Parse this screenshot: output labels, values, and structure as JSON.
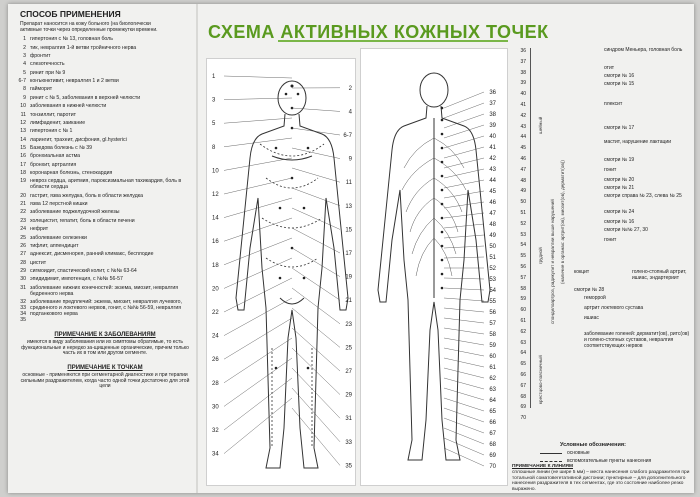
{
  "left": {
    "heading": "СПОСОБ ПРИМЕНЕНИЯ",
    "intro": "Препарат наносится на кожу больного (на биологически активные точки через определенные промежутки времени.",
    "items": [
      {
        "num": "1",
        "text": "гипертония с № 13, головная боль"
      },
      {
        "num": "2",
        "text": "тик, невралгия 1-й ветви тройничного нерва"
      },
      {
        "num": "3",
        "text": "фронтит"
      },
      {
        "num": "4",
        "text": "слезотечность"
      },
      {
        "num": "5",
        "text": "ринит при № 9"
      },
      {
        "num": "6-7",
        "text": "конъюнктивит, невралгия 1 и 2 ветви"
      },
      {
        "num": "8",
        "text": "гайморит"
      },
      {
        "num": "9",
        "text": "ринит с № 5, заболевания в верхней челюсти"
      },
      {
        "num": "10",
        "text": "заболевания в нижней челюсти"
      },
      {
        "num": "11",
        "text": "тонзиллит, паротит"
      },
      {
        "num": "12",
        "text": "лимфаденит, заикание"
      },
      {
        "num": "13",
        "text": "гипертония с № 1"
      },
      {
        "num": "14",
        "text": "ларингит, трахеит, дисфония, gl.hysterici"
      },
      {
        "num": "15",
        "text": "Базедова болезнь с № 39"
      },
      {
        "num": "16",
        "text": "бронхиальная астма"
      },
      {
        "num": "17",
        "text": "бронхит, артралгия"
      },
      {
        "num": "18",
        "text": "коронарная болезнь, стенокардия"
      },
      {
        "num": "19",
        "text": "невроз сердца, аритмия, пароксизмальная тахикардия, боль в области сердца"
      },
      {
        "num": "20",
        "text": "гастрит, язва желудка, боль в области желудка"
      },
      {
        "num": "21",
        "text": "язва 12 перстной кишки"
      },
      {
        "num": "22",
        "text": "заболевание поджелудочной железы"
      },
      {
        "num": "23",
        "text": "холецистит, гепатит, боль в области печени"
      },
      {
        "num": "24",
        "text": "нефрит"
      },
      {
        "num": "25",
        "text": "заболевание селезенки"
      },
      {
        "num": "26",
        "text": "тифлит, аппендицит"
      },
      {
        "num": "27",
        "text": "аднексит, дисменорея, ранний климакс, бесплодие"
      },
      {
        "num": "28",
        "text": "цистит"
      },
      {
        "num": "29",
        "text": "сигмоидит, спастический колит, с №№ 63-64"
      },
      {
        "num": "30",
        "text": "эпидидимит, импотенция, с №№ 56-57"
      },
      {
        "num": "31",
        "text": "заболевание нижних конечностей: экзема, миозит, невралгия бедренного нерва"
      },
      {
        "num": "32 33 34 35",
        "text": "заболевание предплечий: экзема, миозит, невралгия лучевого, срединного и локтевого нервов, гонит, с №№ 56-59, невралгия подтанкового нерва"
      }
    ],
    "note1_title": "ПРИМЕЧАНИЕ К ЗАБОЛЕВАНИЯМ",
    "note1_text": "имеются в виду заболевания или их симптомы обратимые, то есть функциональные и нередко за-щищенные органические, причем только часть их в том или другом сегменте.",
    "note2_title": "ПРИМЕЧАНИЕ К ТОЧКАМ",
    "note2_text": "основные - применяются при сегментарной диагностике и при терапии сильными раздражителем, когда часто одной точки достаточно для этой цели"
  },
  "title": "СХЕМА АКТИВНЫХ КОЖНЫХ ТОЧЕК",
  "front_labels": [
    "1",
    "2",
    "3",
    "4",
    "5",
    "6-7",
    "8",
    "9",
    "10",
    "11",
    "12",
    "13",
    "14",
    "15",
    "16",
    "17",
    "18",
    "19",
    "20",
    "21",
    "22",
    "23",
    "24",
    "25",
    "26",
    "27",
    "28",
    "29",
    "30",
    "31",
    "32",
    "33",
    "34",
    "35"
  ],
  "back_labels": [
    "36",
    "37",
    "38",
    "39",
    "40",
    "41",
    "42",
    "43",
    "44",
    "45",
    "46",
    "47",
    "48",
    "49",
    "50",
    "51",
    "52",
    "53",
    "54",
    "55",
    "56",
    "57",
    "58",
    "59",
    "60",
    "61",
    "62",
    "63",
    "64",
    "65",
    "66",
    "67",
    "68",
    "69",
    "70"
  ],
  "right": {
    "numbers": [
      "36",
      "37",
      "38",
      "39",
      "40",
      "41",
      "42",
      "43",
      "44",
      "45",
      "46",
      "47",
      "48",
      "49",
      "50",
      "51",
      "52",
      "53",
      "54",
      "55",
      "56",
      "57",
      "58",
      "59",
      "60",
      "61",
      "62",
      "63",
      "64",
      "65",
      "66",
      "67",
      "68",
      "69",
      "70"
    ],
    "group_labels": [
      "шейный",
      "грудной",
      "крестцово-поясничный",
      "спондилоартроз, радикулит и невралгии выше нарушений",
      "(наличие в органах: артрит(ов), миозит(ов), дерматит(ов))"
    ],
    "items": [
      "синдром Меньера, головная боль",
      "отит",
      "смотри № 16",
      "смотри № 15",
      "плексит",
      "смотри № 17",
      "мастит, нарушение лактации",
      "смотри № 19",
      "гонит",
      "смотри № 20",
      "смотри № 21",
      "смотри справа № 23, слева № 25",
      "смотри № 24",
      "смотри № 16",
      "смотри №№ 27, 30",
      "гонит",
      "кокцит",
      "смотри № 28",
      "голено-стопный артрит, ишиас, эндартериит",
      "геморрой",
      "артрит локтевого сустава",
      "ишиас",
      "заболевание голеней: дерматит(ов), ритс(ов) и голено-стопных суставов, невралгия соответствующих нервов"
    ],
    "legend_title": "Условные обозначения:",
    "legend_main": "основные",
    "legend_aux": "вспомогательные пункты нанесения",
    "note_title": "ПРИМЕЧАНИЕ К ЛИНИЯМ",
    "note_text_1": "сплошные линии (не шире 5 мм) – места нанесения слабого раздражителя при тотальной соматовегетативной дистонии;",
    "note_text_2": "пунктирные – для дополнительного нанесения раздражителя в тех сегментах, где это состояние наиболее резко выражено."
  }
}
